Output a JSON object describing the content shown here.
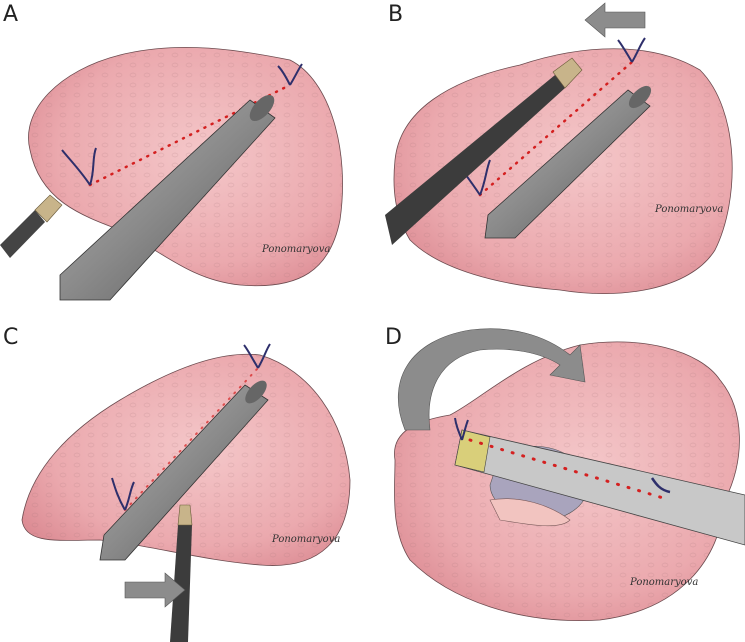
{
  "panels": [
    {
      "label": "A"
    },
    {
      "label": "B"
    },
    {
      "label": "C"
    },
    {
      "label": "D"
    }
  ],
  "colors": {
    "lung": "#eeaeb3",
    "lung_dark": "#d9848d",
    "stapler": "#8e8e8e",
    "staple_line": "#d42020",
    "suture": "#2e2f6b",
    "grasper_tip": "#c8b48a",
    "arrow": "#8c8c8c"
  },
  "signature": "Ponomaryova"
}
